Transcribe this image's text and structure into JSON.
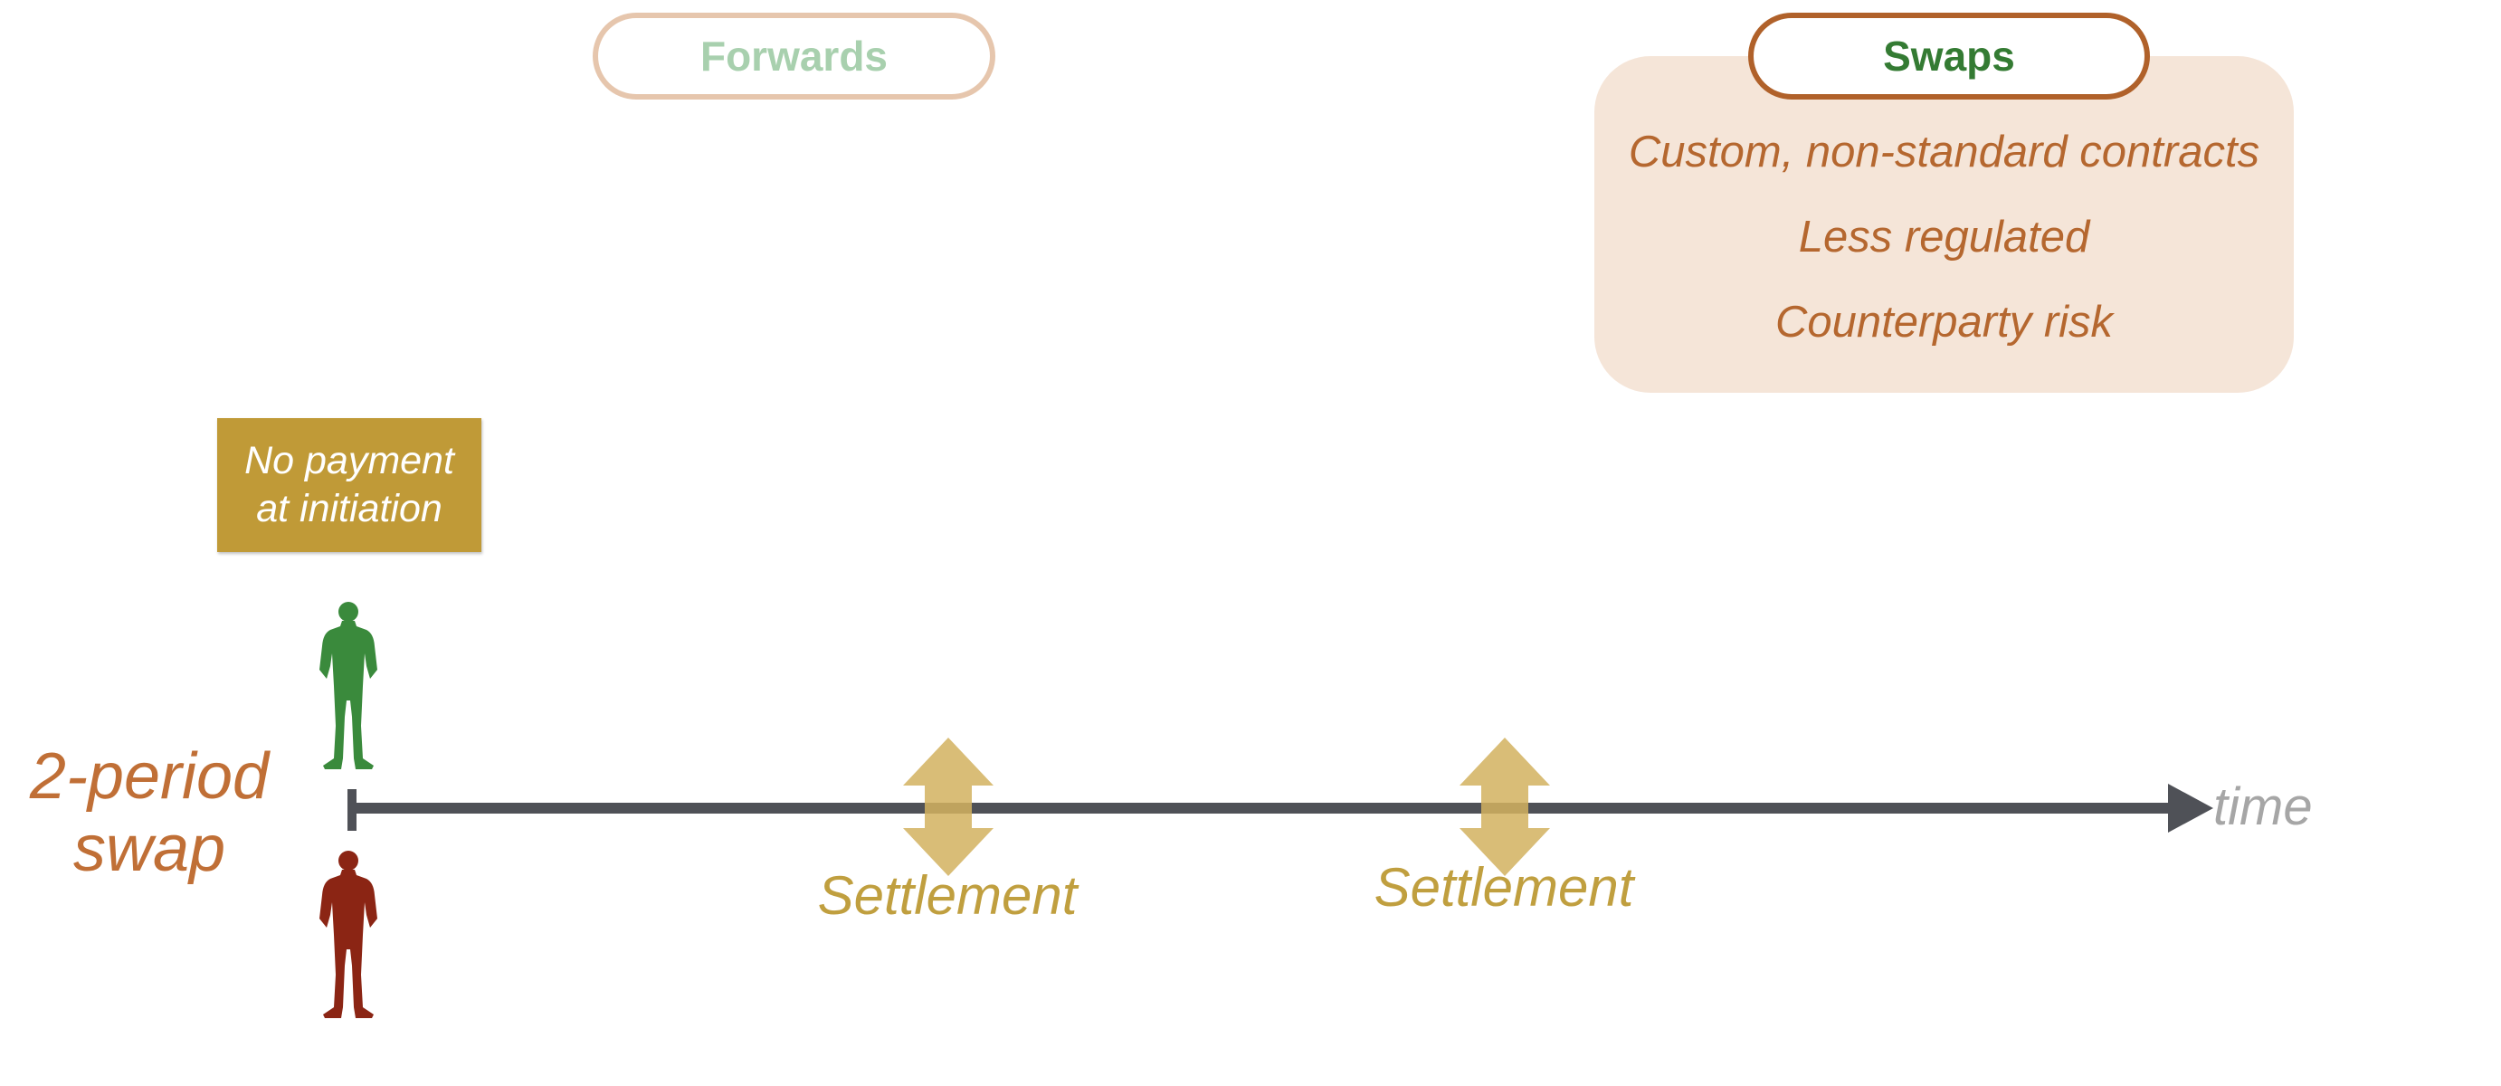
{
  "tabs": {
    "forwards": "Forwards",
    "swaps": "Swaps"
  },
  "features": [
    "Custom, non-standard contracts",
    "Less regulated",
    "Counterparty risk"
  ],
  "no_payment": {
    "line1": "No payment",
    "line2": "at initiation"
  },
  "swap_label": {
    "line1": "2-period",
    "line2": "swap"
  },
  "timeline": {
    "axis_label": "time",
    "settlements": [
      "Settlement",
      "Settlement"
    ]
  },
  "parties": {
    "party_a_icon": "person-icon",
    "party_b_icon": "person-icon"
  },
  "colors": {
    "party_a": "#3a8a3c",
    "party_b": "#8b2514",
    "accent": "#b0612a",
    "settlement": "#d2b15f",
    "axis": "#4f5157",
    "box": "#c09a37"
  }
}
